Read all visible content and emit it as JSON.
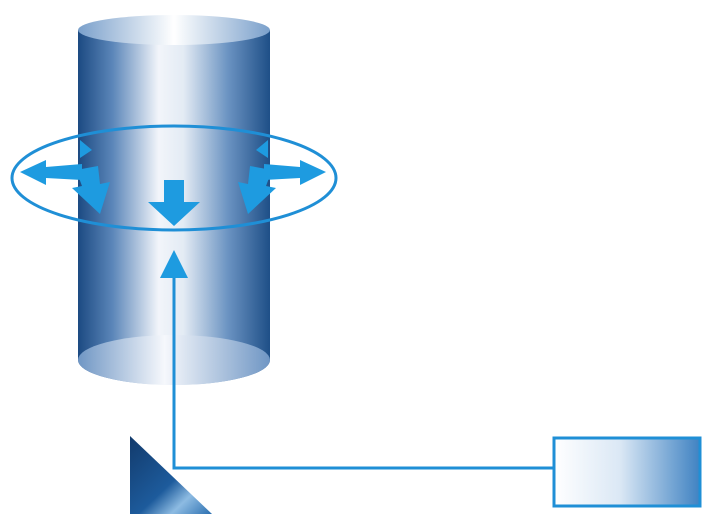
{
  "diagram": {
    "description_free": true,
    "colors": {
      "ring_stroke": "#1f8fd6",
      "arrow_fill": "#1e9be0",
      "beam_line": "#1f8fd6",
      "cylinder_dark": "#1c4f86",
      "cylinder_light": "#f4f7fb",
      "prism_dark": "#173f70",
      "prism_light": "#4c92c8",
      "box_stroke": "#1f8fd6",
      "box_fill_dark": "#4a87c4"
    },
    "components": [
      {
        "id": "cylinder",
        "kind": "cylinder-icon"
      },
      {
        "id": "ring",
        "kind": "ellipse-ring-icon"
      },
      {
        "id": "radial-arrows",
        "kind": "arrow-icon",
        "count": 6
      },
      {
        "id": "beam",
        "kind": "beam-line-with-up-arrow"
      },
      {
        "id": "prism",
        "kind": "right-angle-prism-icon"
      },
      {
        "id": "source-box",
        "kind": "gradient-rectangle-icon"
      }
    ]
  }
}
